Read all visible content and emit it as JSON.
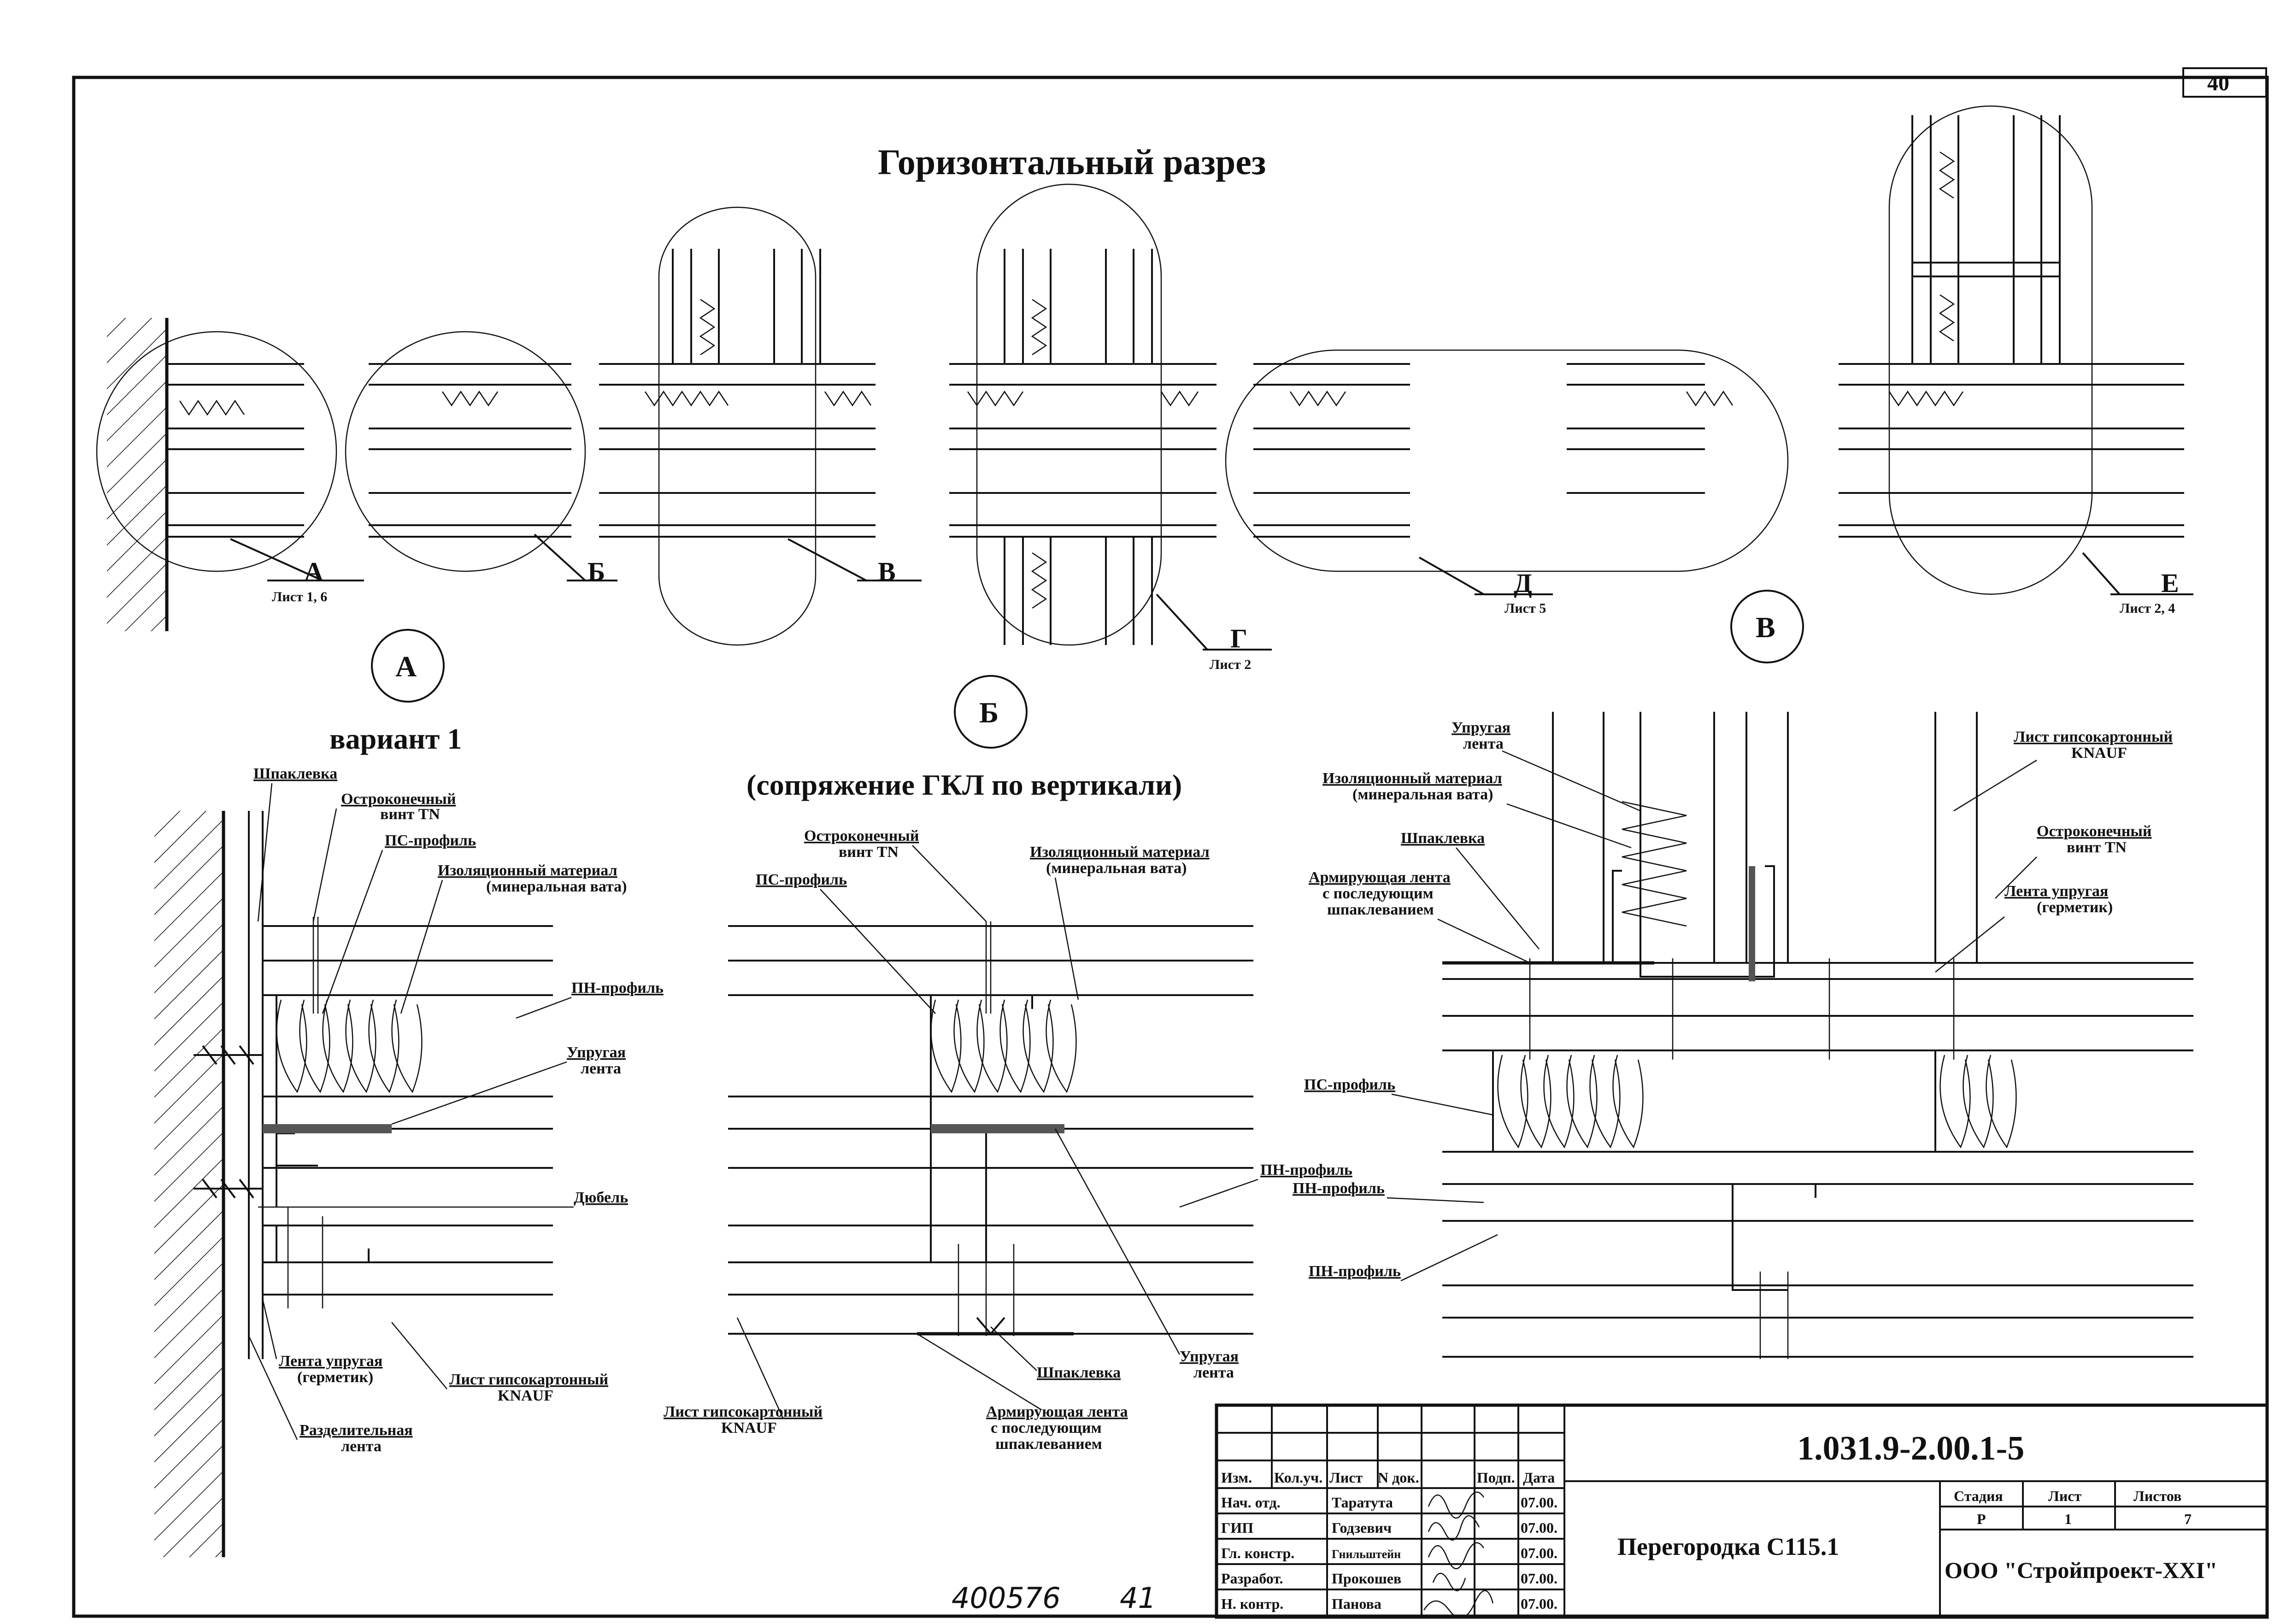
{
  "sheet": {
    "page_number": "40",
    "title": "Горизонтальный разрез"
  },
  "top_callouts": [
    {
      "letter": "А",
      "sheet_ref": "Лист 1, 6"
    },
    {
      "letter": "Б",
      "sheet_ref": ""
    },
    {
      "letter": "В",
      "sheet_ref": ""
    },
    {
      "letter": "Г",
      "sheet_ref": "Лист 2"
    },
    {
      "letter": "Д",
      "sheet_ref": "Лист 5"
    },
    {
      "letter": "Е",
      "sheet_ref": "Лист 2, 4"
    }
  ],
  "detail_a": {
    "marker": "А",
    "subtitle": "вариант 1",
    "labels": {
      "putty": "Шпаклевка",
      "screw_1": "Остроконечный",
      "screw_2": "винт TN",
      "ps_profile": "ПС-профиль",
      "insulation_1": "Изоляционный материал",
      "insulation_2": "(минеральная вата)",
      "pn_profile": "ПН-профиль",
      "tape_1": "Упругая",
      "tape_2": "лента",
      "dowel": "Дюбель",
      "sealant_1": "Лента упругая",
      "sealant_2": "(герметик)",
      "board_1": "Лист гипсокартонный",
      "board_2": "KNAUF",
      "separator_1": "Разделительная",
      "separator_2": "лента"
    }
  },
  "detail_b": {
    "marker": "Б",
    "subtitle": "(сопряжение ГКЛ по вертикали)",
    "labels": {
      "screw_1": "Остроконечный",
      "screw_2": "винт TN",
      "ps_profile": "ПС-профиль",
      "insulation_1": "Изоляционный материал",
      "insulation_2": "(минеральная вата)",
      "pn_profile": "ПН-профиль",
      "tape_1": "Упругая",
      "tape_2": "лента",
      "putty": "Шпаклевка",
      "board_1": "Лист гипсокартонный",
      "board_2": "KNAUF",
      "reinf_1": "Армирующая лента",
      "reinf_2": "с последующим",
      "reinf_3": "шпаклеванием"
    }
  },
  "detail_v": {
    "marker": "В",
    "labels": {
      "tape_1": "Упругая",
      "tape_2": "лента",
      "insulation_1": "Изоляционный материал",
      "insulation_2": "(минеральная вата)",
      "putty": "Шпаклевка",
      "reinf_1": "Армирующая лента",
      "reinf_2": "с последующим",
      "reinf_3": "шпаклеванием",
      "board_1": "Лист гипсокартонный",
      "board_2": "KNAUF",
      "screw_1": "Остроконечный",
      "screw_2": "винт TN",
      "sealant_1": "Лента упругая",
      "sealant_2": "(герметик)",
      "ps_profile": "ПС-профиль",
      "pn_profile_1": "ПН-профиль",
      "pn_profile_2": "ПН-профиль"
    }
  },
  "title_block": {
    "code": "1.031.9-2.00.1-5",
    "headers": [
      "Изм.",
      "Кол.уч.",
      "Лист",
      "N док.",
      "Подп.",
      "Дата"
    ],
    "rows": [
      {
        "role": "Нач. отд.",
        "name": "Таратута",
        "date": "07.00."
      },
      {
        "role": "ГИП",
        "name": "Годзевич",
        "date": "07.00."
      },
      {
        "role": "Гл. констр.",
        "name": "Гнильштейн",
        "date": "07.00."
      },
      {
        "role": "Разработ.",
        "name": "Прокошев",
        "date": "07.00."
      },
      {
        "role": "Н. контр.",
        "name": "Панова",
        "date": "07.00."
      }
    ],
    "product": "Перегородка С115.1",
    "stage_header": "Стадия",
    "sheet_header": "Лист",
    "sheets_header": "Листов",
    "stage": "Р",
    "sheet": "1",
    "sheets": "7",
    "org": "ООО \"Стройпроект-XXI\""
  },
  "handwritten": {
    "inventory": "400576",
    "page": "41"
  }
}
